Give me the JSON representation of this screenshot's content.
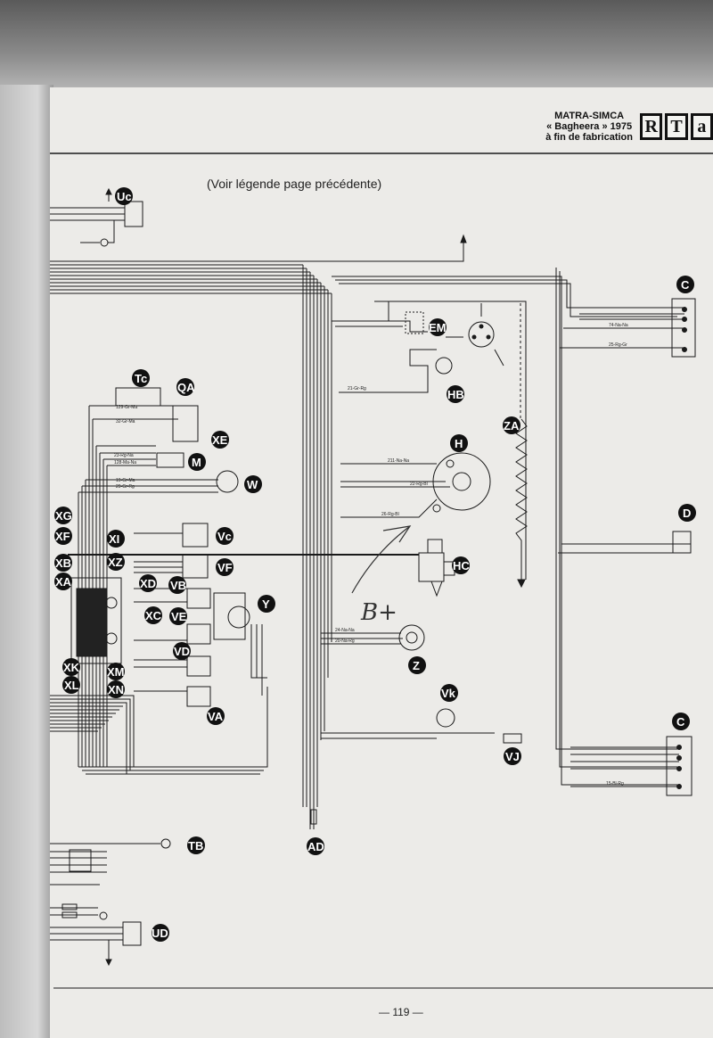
{
  "header": {
    "line1": "MATRA-SIMCA",
    "line2": "« Bagheera » 1975",
    "line3": "à fin de fabrication"
  },
  "logo_letters": [
    "R",
    "T",
    "a"
  ],
  "caption": "(Voir légende page précédente)",
  "page_number": "— 119 —",
  "handwritten_note": "B+",
  "components": {
    "Uc": "Uc",
    "Tc": "Tc",
    "Qa": "QA",
    "Xe": "XE",
    "M": "M",
    "W": "W",
    "Xg": "XG",
    "Xf": "XF",
    "Xb": "XB",
    "Xa": "XA",
    "Xi": "XI",
    "Xz": "XZ",
    "Xd": "XD",
    "Xc": "XC",
    "Xk": "XK",
    "Xl": "XL",
    "Xm": "XM",
    "Xn": "XN",
    "Vc": "Vc",
    "Vf": "VF",
    "Vb": "VB",
    "Ve": "VE",
    "Vd": "VD",
    "Va": "VA",
    "Y": "Y",
    "Em": "EM",
    "Hb": "HB",
    "Za": "ZA",
    "H": "H",
    "Hc": "HC",
    "Z": "Z",
    "Vk": "Vk",
    "Vj": "VJ",
    "Ad": "AD",
    "C1": "C",
    "D": "D",
    "C2": "C",
    "Tb": "TB",
    "Ud": "UD"
  },
  "wire_labels": {
    "w129": "129-Gr-Ma",
    "w32": "32-Gr-Ma",
    "w23": "23-Rg-Na",
    "w128": "128-Ma-Na",
    "w19": "19-Gr-Ma",
    "w29": "29-Gr-Rg",
    "w211": "211-Na-Na",
    "w22": "22-Rg-Bl",
    "w26": "26-Rg-Bl",
    "w21": "21-Gr-Rg",
    "w24": "24-Na-Na",
    "w20": "20-Na-Rg",
    "w25": "25-Rg-Gr",
    "w74": "74-Na-Na",
    "w15": "15-Bl-Rg"
  }
}
